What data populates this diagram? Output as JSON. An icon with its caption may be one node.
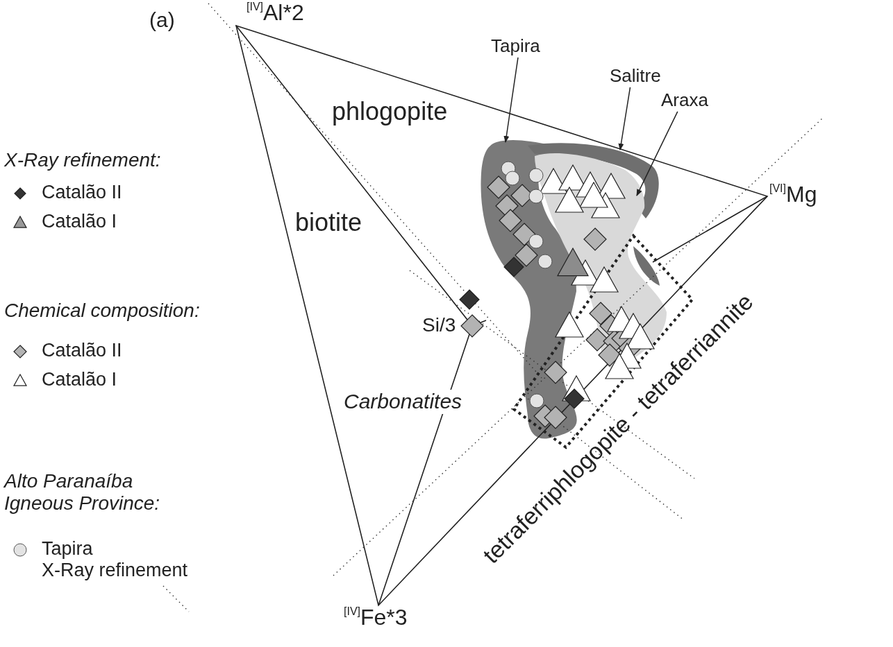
{
  "diagram": {
    "nodes": [
      {
        "text": [
          "Tapira"
        ]
      },
      {
        "text": [],
        "shape": "region"
      },
      {
        "text": [
          "Salitre"
        ]
      },
      {
        "text": [],
        "shape": "region"
      },
      {
        "text": [
          "Araxa"
        ]
      },
      {
        "text": [],
        "shape": "region"
      }
    ],
    "edges": [
      {
        "from": 0,
        "to": 1,
        "arrow": "to"
      },
      {
        "from": 2,
        "to": 3,
        "arrow": "to"
      },
      {
        "from": 4,
        "to": 5,
        "arrow": "to"
      }
    ],
    "labels": [
      "(a)",
      "$^{[IV]}$Al*2",
      "phlogopite",
      "X-Ray refinement:",
      "biotite",
      "$^{[VI]}$Mg",
      "Chemical composition:",
      "Si/3",
      "Carbonatites",
      "Alto Paranaíba Igneous Province:",
      "tetraferriphlogopite - tetraferriannite",
      "$^{[IV]}$Fe*3"
    ],
    "legend": [
      {
        "text": "Catalão II"
      },
      {
        "text": "Catalão I"
      },
      {
        "text": "Catalão II"
      },
      {
        "text": "Catalão I"
      },
      {
        "text": "Tapira X-Ray refinement"
      }
    ]
  }
}
